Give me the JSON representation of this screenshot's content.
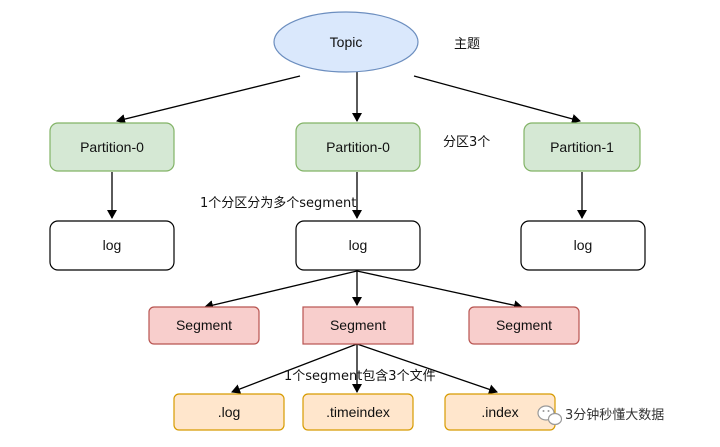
{
  "topic": {
    "label": "Topic",
    "note": "主题"
  },
  "partitions": {
    "left": "Partition-0",
    "center": "Partition-0",
    "right": "Partition-1",
    "note": "分区3个"
  },
  "logs": {
    "left": "log",
    "center": "log",
    "right": "log",
    "note": "1个分区分为多个segment"
  },
  "segments": {
    "left": "Segment",
    "center": "Segment",
    "right": "Segment",
    "note": "1个segment包含3个文件"
  },
  "files": {
    "log": ".log",
    "timeindex": ".timeindex",
    "index": ".index"
  },
  "watermark": "3分钟秒懂大数据",
  "colors": {
    "topic_fill": "#dae8fc",
    "topic_stroke": "#6c8ebf",
    "partition_fill": "#d5e8d4",
    "partition_stroke": "#82b366",
    "segment_fill": "#f8cecc",
    "segment_stroke": "#b85450",
    "file_fill": "#ffe6cc",
    "file_stroke": "#d79b00",
    "log_fill": "#ffffff",
    "log_stroke": "#000000"
  }
}
